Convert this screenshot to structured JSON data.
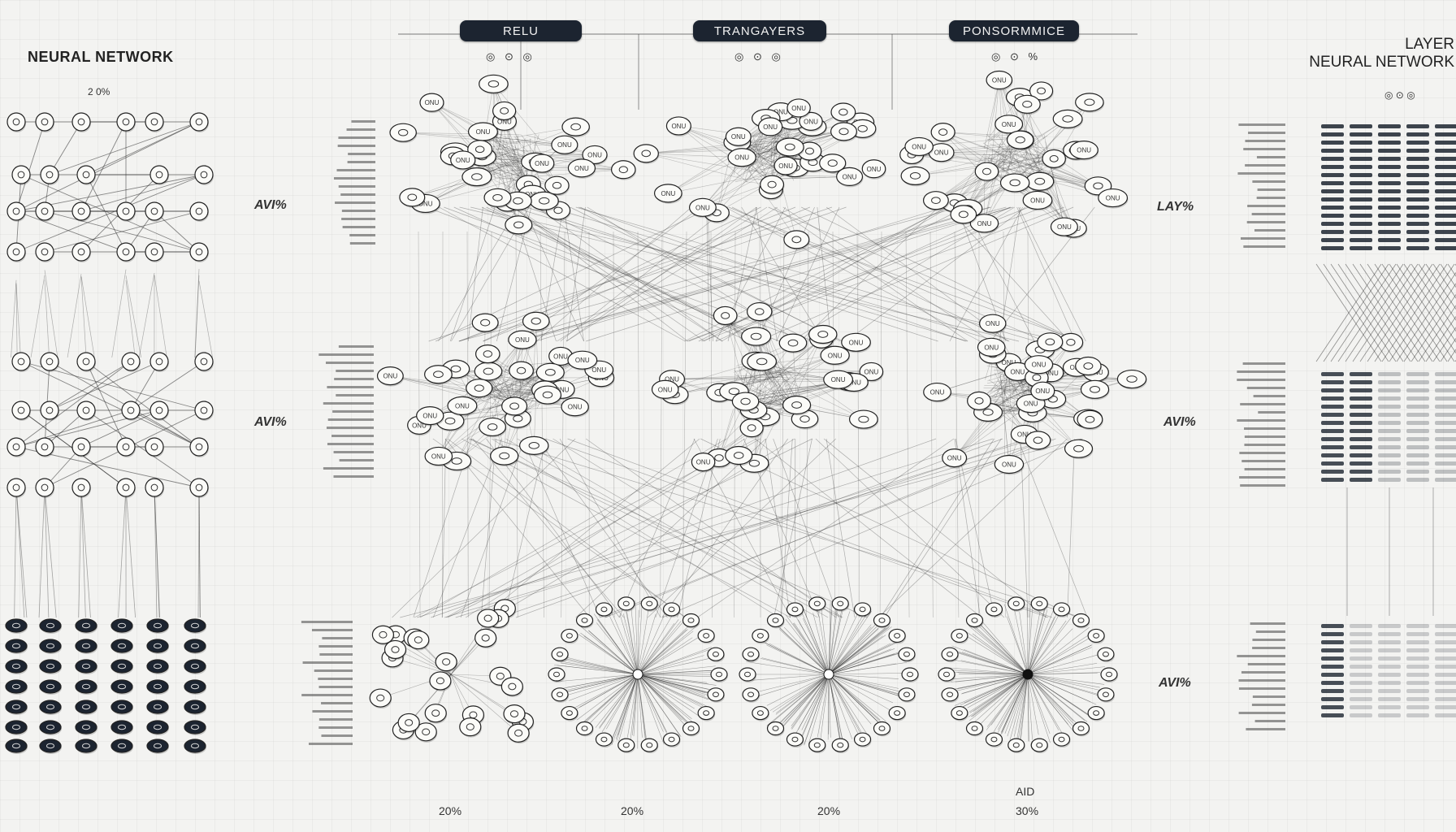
{
  "header": {
    "pills": [
      "RELU",
      "TRANGAYERS",
      "PONSORMMICE"
    ],
    "icon_rows": [
      "◎ ⊙ ◎",
      "◎ ⊙ ◎",
      "◎ ⊙ %"
    ]
  },
  "left_panel": {
    "title": "NEURAL NETWORK",
    "percent": "2 0%"
  },
  "right_panel": {
    "title_line1": "LAYER",
    "title_line2": "NEURAL NETWORK",
    "subtitle": "◎ ⊙ ◎"
  },
  "side_labels": [
    "AVI%",
    "AVI%",
    "LAY%",
    "AVI%",
    "AVI%"
  ],
  "bottom": {
    "percents": [
      "20%",
      "20%",
      "20%",
      "30%"
    ],
    "ai_label": "AID"
  },
  "node_label": "ONU",
  "colors": {
    "background": "#f3f3f1",
    "ink": "#1c2430",
    "node_fill": "#fbfbf8",
    "line": "#2a2a2a"
  }
}
